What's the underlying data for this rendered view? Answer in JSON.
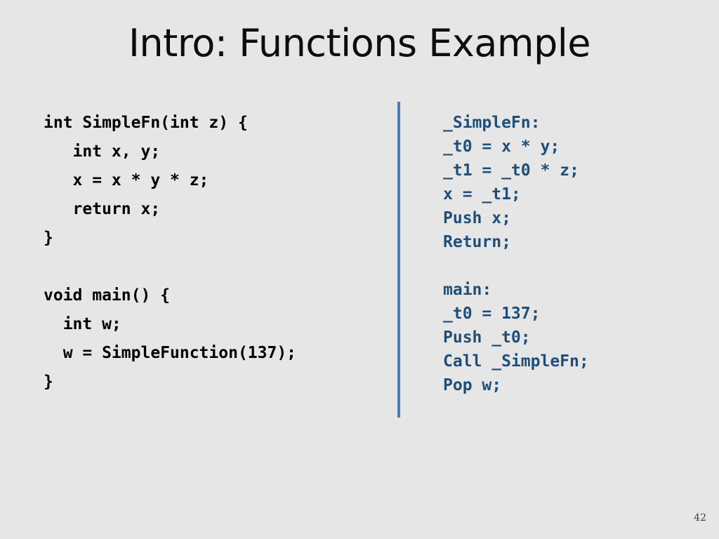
{
  "slide": {
    "title": "Intro: Functions Example",
    "page_number": "42",
    "background_color": "#e6e6e6",
    "divider_color": "#4a7ebb",
    "source_text_color": "#000000",
    "ir_text_color": "#1f4e79"
  },
  "source_code": {
    "lines": [
      "int SimpleFn(int z) {",
      "   int x, y;",
      "   x = x * y * z;",
      "   return x;",
      "}",
      "",
      "void main() {",
      "  int w;",
      "  w = SimpleFunction(137);",
      "}"
    ]
  },
  "intermediate_code": {
    "lines": [
      "_SimpleFn:",
      "_t0 = x * y;",
      "_t1 = _t0 * z;",
      "x = _t1;",
      "Push x;",
      "Return;",
      "",
      "main:",
      "_t0 = 137;",
      "Push _t0;",
      "Call _SimpleFn;",
      "Pop w;"
    ]
  }
}
